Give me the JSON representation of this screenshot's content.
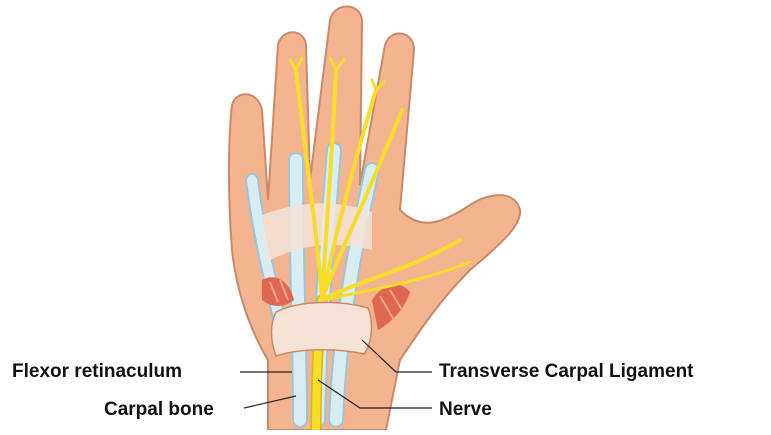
{
  "labels": {
    "flexor_retinaculum": "Flexor retinaculum",
    "carpal_bone": "Carpal bone",
    "transverse_carpal_ligament": "Transverse Carpal Ligament",
    "nerve": "Nerve"
  },
  "colors": {
    "skin": "#f4b48f",
    "skin_outline": "#c98a6a",
    "tendon": "#d8ecf4",
    "tendon_outline": "#9cc5d6",
    "nerve": "#f7dd2a",
    "nerve_outline": "#d9b800",
    "ligament": "#f6e3d7",
    "muscle": "#e0674f",
    "leader_line": "#222222"
  }
}
